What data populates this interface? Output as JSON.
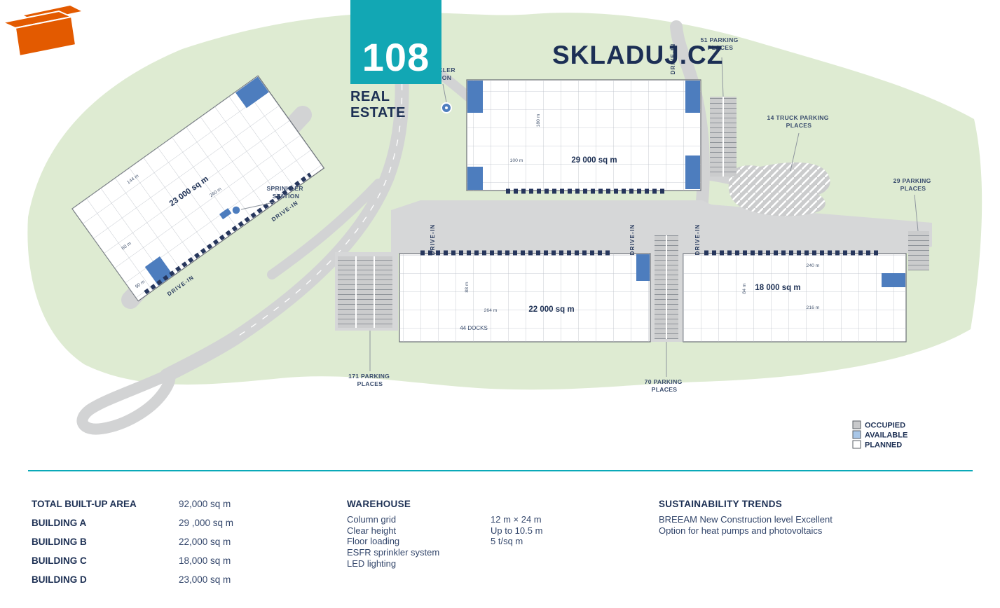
{
  "branding": {
    "logo_number": "108",
    "logo_subtitle": "REAL ESTATE",
    "partner": "SKLADUJ.CZ"
  },
  "colors": {
    "teal": "#12a7b4",
    "orange": "#e35a00",
    "navy": "#1d3054",
    "available_blue": "#4d7dbe",
    "terrain_green": "#deebd2",
    "road_gray": "#d2d3d4"
  },
  "map": {
    "buildings": {
      "a": {
        "area": "29 000 sq m",
        "dims": {
          "width": "100 m",
          "depth": "180 m"
        }
      },
      "b": {
        "area": "22 000 sq m",
        "docks": "44 DOCKS",
        "dims": {
          "width": "264 m",
          "depth": "88 m"
        }
      },
      "c": {
        "area": "18 000 sq m",
        "dims": {
          "top": "240 m",
          "bottom": "216 m",
          "depth": "84 m"
        }
      },
      "d": {
        "area": "23 000 sq m",
        "dims": {
          "top": "144 m",
          "long": "240 m",
          "left": "60 m",
          "side": "90 m"
        }
      }
    },
    "labels": {
      "drive_in": "DRIVE-IN",
      "sprinkler": {
        "line1": "SPRINKLER",
        "line2": "STATION"
      },
      "parking_51": {
        "line1": "51 PARKING",
        "line2": "PLACES"
      },
      "parking_truck": {
        "line1": "14 TRUCK PARKING",
        "line2": "PLACES"
      },
      "parking_29": {
        "line1": "29 PARKING",
        "line2": "PLACES"
      },
      "parking_171": {
        "line1": "171 PARKING",
        "line2": "PLACES"
      },
      "parking_70": {
        "line1": "70 PARKING",
        "line2": "PLACES"
      }
    }
  },
  "legend": {
    "items": [
      {
        "label": "OCCUPIED",
        "color": "#c8c9cb"
      },
      {
        "label": "AVAILABLE",
        "color": "#a9c7e8"
      },
      {
        "label": "PLANNED",
        "color": "#ffffff"
      }
    ]
  },
  "specs": {
    "areas": [
      {
        "label": "TOTAL BUILT-UP AREA",
        "value": "92,000 sq m"
      },
      {
        "label": "BUILDING A",
        "value": "29 ,000 sq m"
      },
      {
        "label": "BUILDING B",
        "value": "22,000 sq m"
      },
      {
        "label": "BUILDING C",
        "value": "18,000 sq m"
      },
      {
        "label": "BUILDING D",
        "value": "23,000 sq m"
      }
    ],
    "warehouse": {
      "title": "WAREHOUSE",
      "rows": [
        {
          "label": "Column grid",
          "value": "12 m × 24 m"
        },
        {
          "label": "Clear height",
          "value": "Up to 10.5 m"
        },
        {
          "label": "Floor loading",
          "value": "5 t/sq m"
        },
        {
          "label": "ESFR sprinkler system",
          "value": ""
        },
        {
          "label": "LED lighting",
          "value": ""
        }
      ]
    },
    "sustainability": {
      "title": "SUSTAINABILITY TRENDS",
      "lines": [
        "BREEAM New Construction level Excellent",
        "Option for heat pumps and photovoltaics"
      ]
    }
  }
}
